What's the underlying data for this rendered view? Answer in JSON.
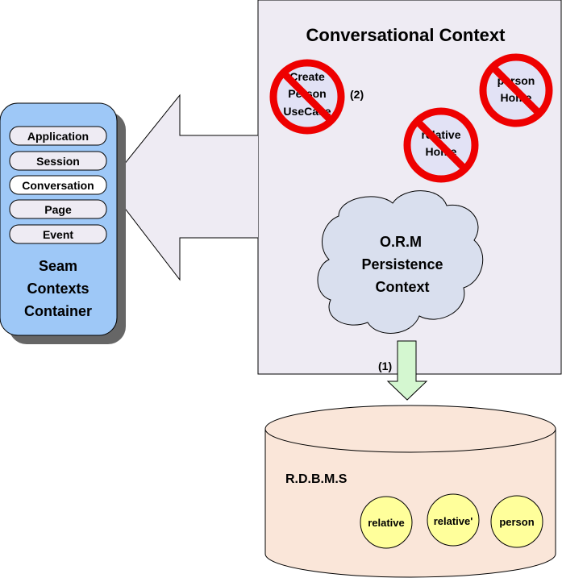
{
  "conversational_context": {
    "title": "Conversational Context",
    "components": [
      {
        "lines": [
          "Create",
          "Person",
          "UseCase"
        ]
      },
      {
        "lines": [
          "person",
          "Home"
        ]
      },
      {
        "lines": [
          "relative",
          "Home"
        ]
      }
    ],
    "callout_2": "(2)"
  },
  "seam_container": {
    "contexts": [
      "Application",
      "Session",
      "Conversation",
      "Page",
      "Event"
    ],
    "title_lines": [
      "Seam",
      "Contexts",
      "Container"
    ]
  },
  "orm": {
    "lines": [
      "O.R.M",
      "Persistence",
      "Context"
    ]
  },
  "flush_label": "(1)",
  "rdbms": {
    "title": "R.D.B.M.S",
    "entities": [
      "relative",
      "relative'",
      "person"
    ]
  },
  "colors": {
    "context_bg": "#eeebf3",
    "container_bg": "#9ec8f7",
    "prohibit_red": "#ee0000",
    "cloud_fill": "#d9dfee",
    "db_fill": "#fae6d9",
    "entity_fill": "#ffff9b",
    "arrow_green": "#d4f7d0"
  }
}
